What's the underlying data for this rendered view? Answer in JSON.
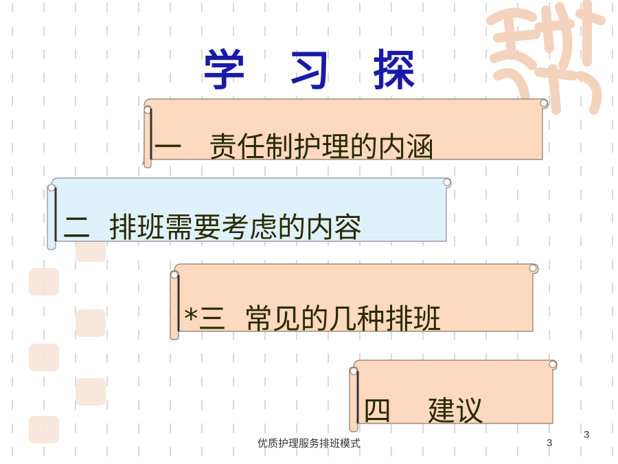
{
  "slide": {
    "title": "学 习 探 讨",
    "items": [
      {
        "label": "一   责任制护理的内涵",
        "color": "#fcd9bf"
      },
      {
        "label": "二  排班需要考虑的内容",
        "color": "#dff2fb"
      },
      {
        "label": "*三  常见的几种排班",
        "color": "#fcd9bf"
      },
      {
        "label": "四    建议",
        "color": "#fcd9bf"
      }
    ],
    "footer": "优质护理服务排班模式",
    "page_inner": "3",
    "page_outer": "3"
  }
}
